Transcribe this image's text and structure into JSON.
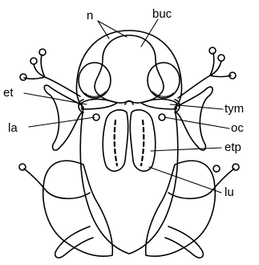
{
  "diagram": {
    "labels": {
      "n": "n",
      "buc": "buc",
      "et": "et",
      "tym": "tym",
      "la": "la",
      "oc": "oc",
      "etp": "etp",
      "lu": "lu"
    },
    "colors": {
      "line": "#000000",
      "stipple": "#000000",
      "background": "#ffffff"
    }
  }
}
